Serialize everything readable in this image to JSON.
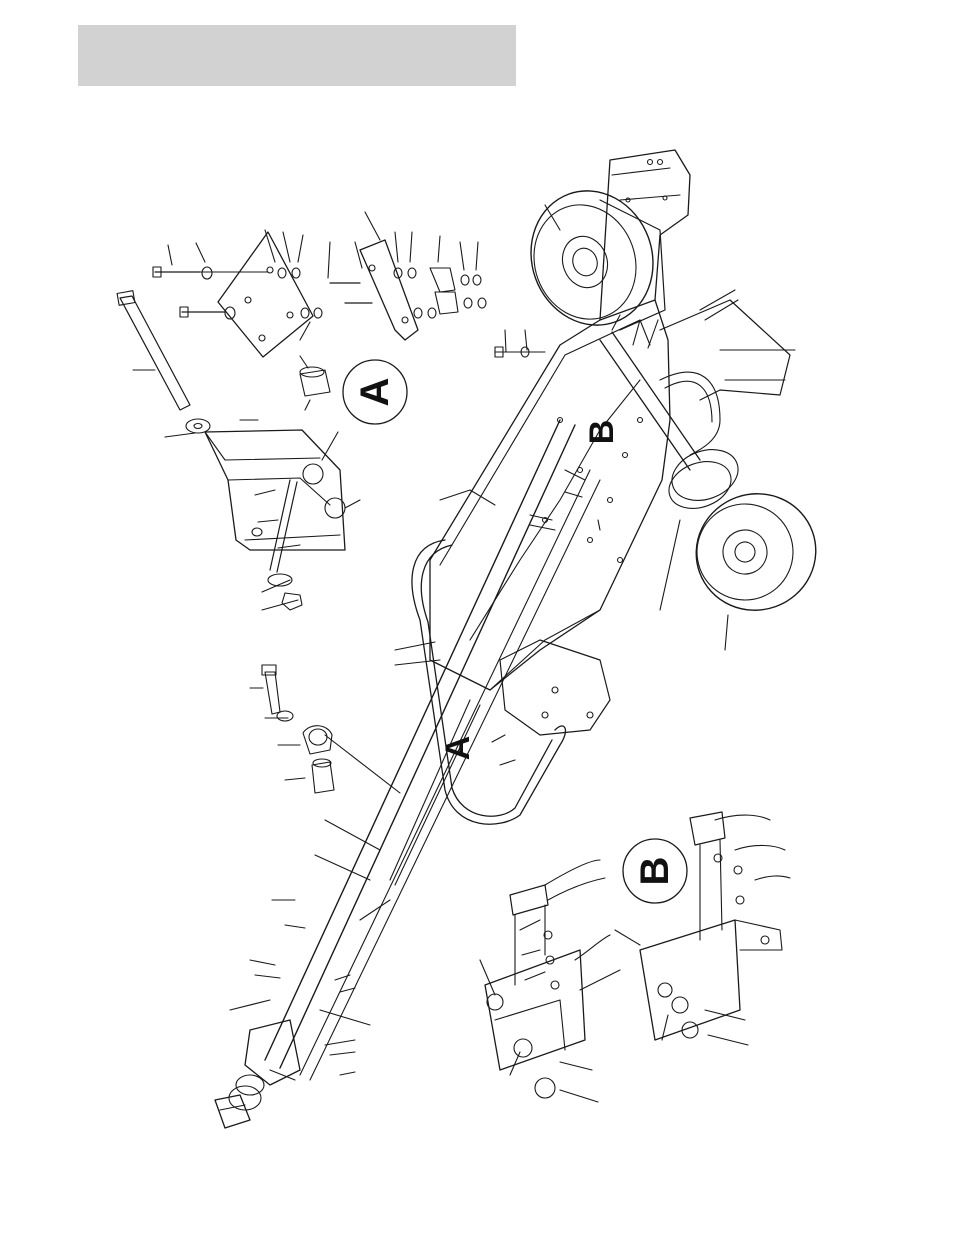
{
  "page": {
    "header_bar_color": "#d2d2d2",
    "line_color": "#1a1a1a"
  },
  "callouts": {
    "detail_a_top": "A",
    "detail_b_main": "B",
    "detail_a_main": "A",
    "detail_b_bottom": "B"
  }
}
